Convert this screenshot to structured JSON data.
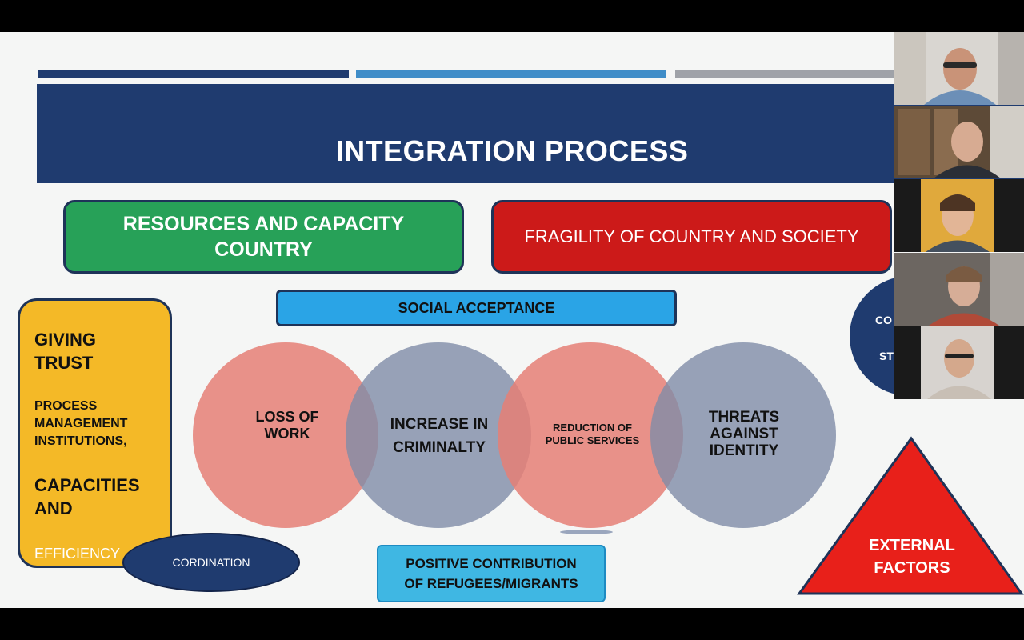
{
  "slide": {
    "title": "INTEGRATION PROCESS",
    "resources_box": {
      "line1": "RESOURCES AND CAPACITY",
      "line2": "COUNTRY"
    },
    "fragility_box": "FRAGILITY OF COUNTRY AND SOCIETY",
    "social_acceptance": "SOCIAL ACCEPTANCE",
    "left_panel": {
      "giving": "GIVING",
      "trust": "TRUST",
      "process": "PROCESS",
      "management": "MANAGEMENT",
      "institutions": "INSTITUTIONS,",
      "capacities": "CAPACITIES",
      "and": "AND",
      "efficiency": "EFFICIENCY"
    },
    "circles": [
      {
        "line1": "LOSS OF",
        "line2": "WORK"
      },
      {
        "line1": "INCREASE IN",
        "line2": "CRIMINALTY"
      },
      {
        "line1": "REDUCTION OF",
        "line2": "PUBLIC SERVICES"
      },
      {
        "line1": "THREATS",
        "line2": "AGAINST",
        "line3": "IDENTITY"
      }
    ],
    "cordination": "CORDINATION",
    "positive": {
      "line1": "POSITIVE CONTRIBUTION",
      "line2": "OF REFUGEES/MIGRANTS"
    },
    "partial_circle": {
      "line1": "CO",
      "line2": "ST"
    },
    "external": {
      "line1": "EXTERNAL",
      "line2": "FACTORS"
    },
    "colors": {
      "navy": "#1f3b6f",
      "green": "#27a158",
      "red": "#cc1a19",
      "light_blue": "#2aa4e6",
      "yellow": "#f4b927",
      "circle_red": "#e57f75",
      "circle_gray": "#808ca8"
    }
  },
  "video_tiles": [
    {
      "participant": "participant-1"
    },
    {
      "participant": "participant-2"
    },
    {
      "participant": "participant-3"
    },
    {
      "participant": "participant-4"
    },
    {
      "participant": "participant-5"
    }
  ]
}
